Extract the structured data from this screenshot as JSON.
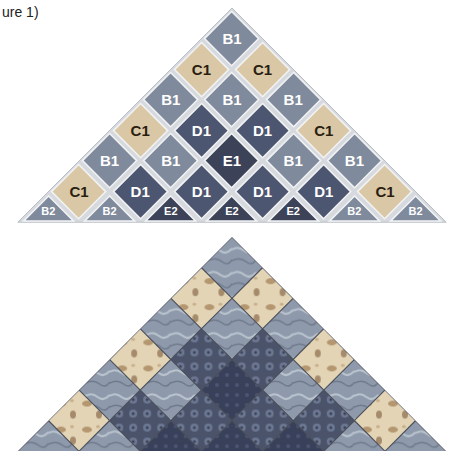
{
  "diagram": {
    "nodes": [
      {
        "text": [
          "B1"
        ]
      },
      {
        "text": [
          "C1"
        ]
      },
      {
        "text": [
          "C1"
        ]
      },
      {
        "text": [
          "B1"
        ]
      },
      {
        "text": [
          "B1"
        ]
      },
      {
        "text": [
          "B1"
        ]
      },
      {
        "text": [
          "C1"
        ]
      },
      {
        "text": [
          "D1"
        ]
      },
      {
        "text": [
          "D1"
        ]
      },
      {
        "text": [
          "C1"
        ]
      },
      {
        "text": [
          "B1"
        ]
      },
      {
        "text": [
          "B1"
        ]
      },
      {
        "text": [
          "E1"
        ]
      },
      {
        "text": [
          "B1"
        ]
      },
      {
        "text": [
          "B1"
        ]
      },
      {
        "text": [
          "C1"
        ]
      },
      {
        "text": [
          "D1"
        ]
      },
      {
        "text": [
          "D1"
        ]
      },
      {
        "text": [
          "D1"
        ]
      },
      {
        "text": [
          "D1"
        ]
      },
      {
        "text": [
          "C1"
        ]
      },
      {
        "text": [
          "B2"
        ]
      },
      {
        "text": [
          "B2"
        ]
      },
      {
        "text": [
          "E2"
        ]
      },
      {
        "text": [
          "E2"
        ]
      },
      {
        "text": [
          "E2"
        ]
      },
      {
        "text": [
          "B2"
        ]
      },
      {
        "text": [
          "B2"
        ]
      }
    ],
    "labels": [
      "ure 1)"
    ]
  }
}
